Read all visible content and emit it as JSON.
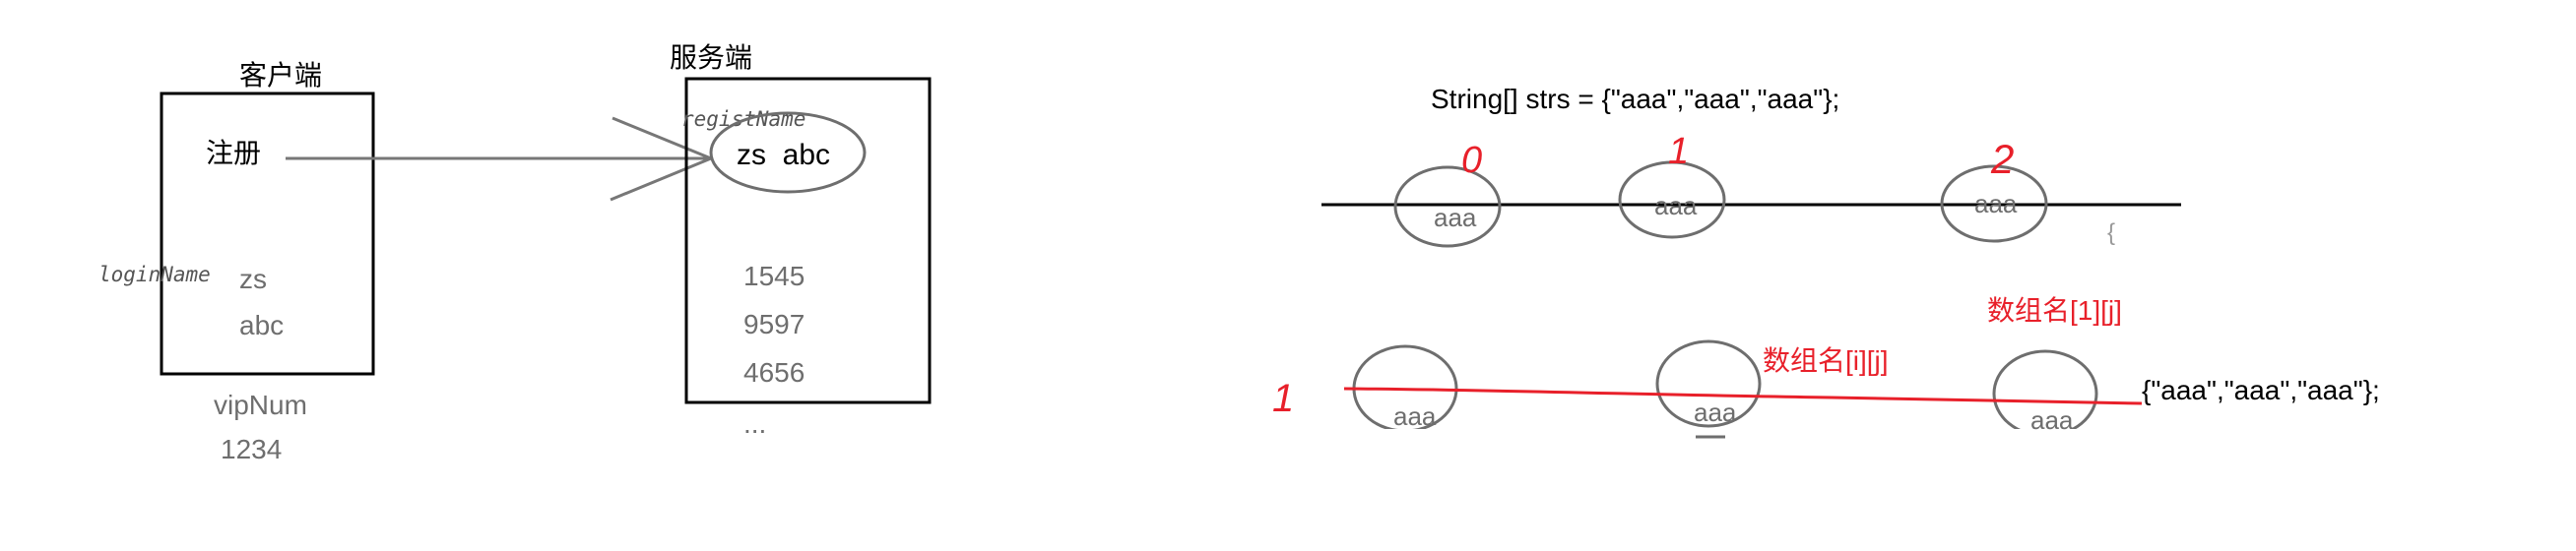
{
  "left": {
    "client_title": "客户端",
    "client_register": "注册",
    "client_login_label": "loginName",
    "client_user": "zs",
    "client_pwd": "abc",
    "vip_label": "vipNum",
    "vip_value": "1234",
    "server_title": "服务端",
    "server_regist_label": "registName",
    "server_entry": "zs  abc",
    "server_num_1": "1545",
    "server_num_2": "9597",
    "server_num_3": "4656",
    "server_more": "..."
  },
  "right": {
    "code_line": "String[] strs = {\"aaa\",\"aaa\",\"aaa\"};",
    "row1_items": [
      "aaa",
      "aaa",
      "aaa"
    ],
    "index_labels": [
      "0",
      "1",
      "2"
    ],
    "brace": "{",
    "row2_items": [
      "aaa",
      "aaa",
      "aaa"
    ],
    "row2_index": "1",
    "annot_1": "数组名[i][j]",
    "annot_2": "数组名[1][j]",
    "inner_array": "{\"aaa\",\"aaa\",\"aaa\"};"
  },
  "colors": {
    "ink": "#000000",
    "gray": "#6e6e6e",
    "red": "#e8202a"
  }
}
